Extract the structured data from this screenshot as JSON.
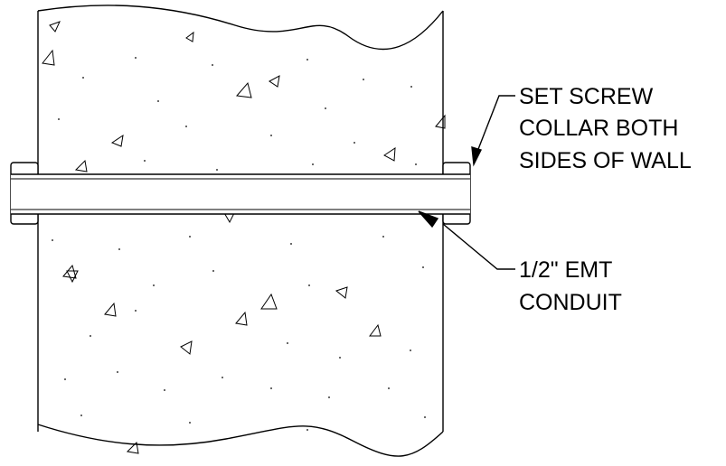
{
  "labels": {
    "set_screw_collar": [
      "SET SCREW",
      "COLLAR BOTH",
      "SIDES OF WALL"
    ],
    "conduit": [
      "1/2\"  EMT",
      "CONDUIT"
    ]
  },
  "colors": {
    "line": "#000000",
    "background": "#ffffff"
  }
}
